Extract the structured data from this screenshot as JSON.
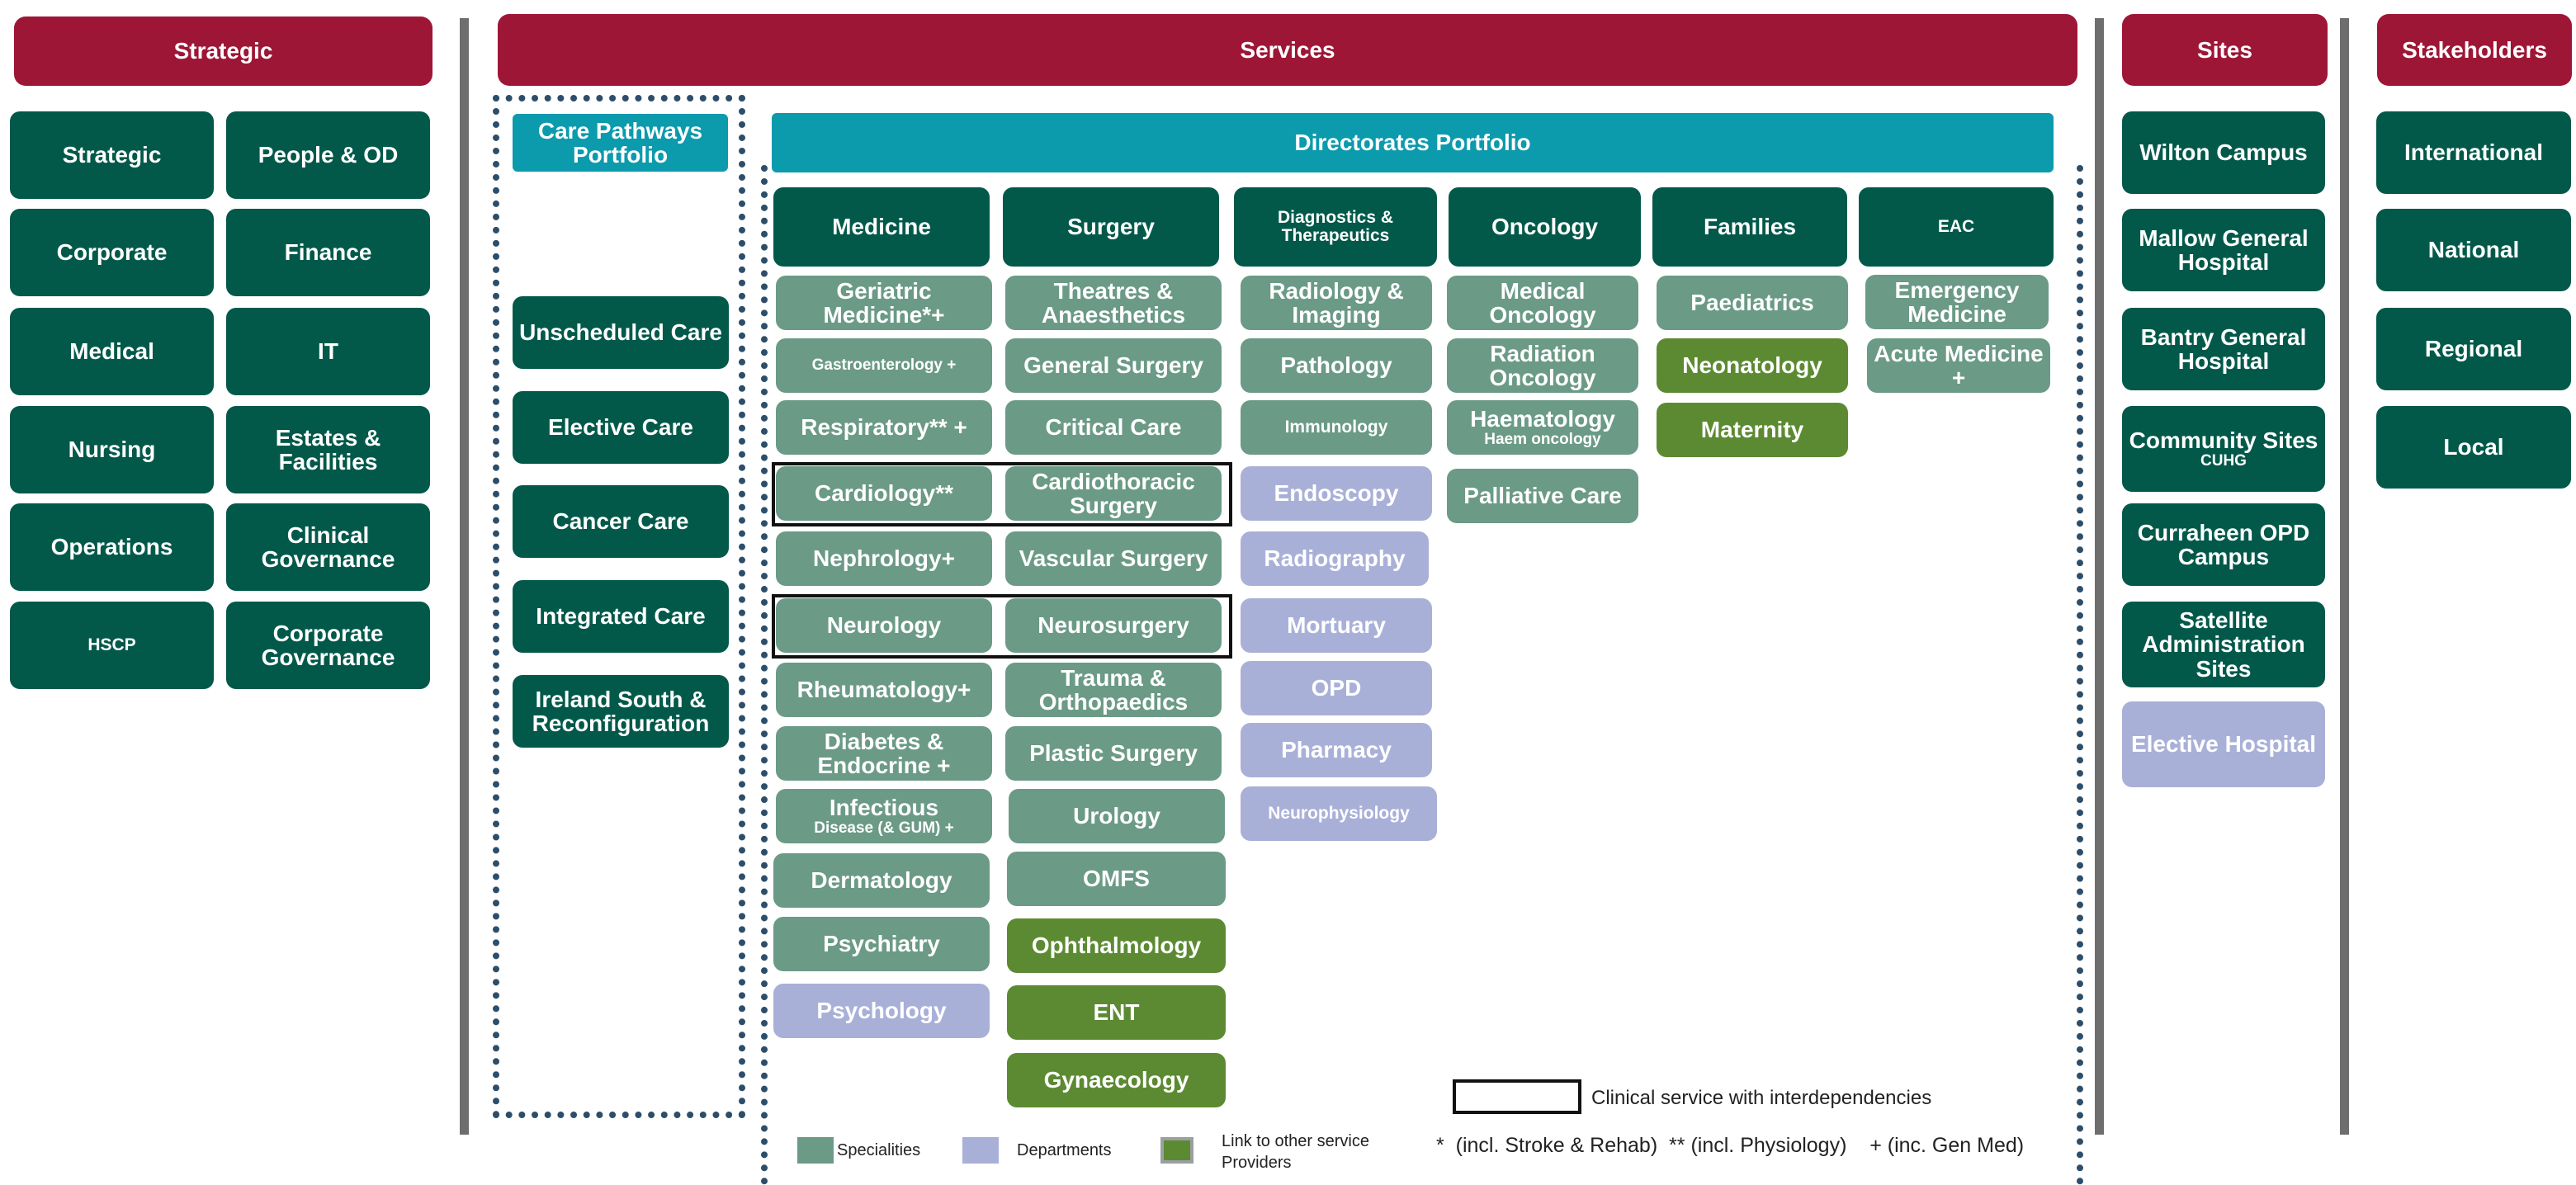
{
  "headers": {
    "strategic": "Strategic",
    "services": "Services",
    "sites": "Sites",
    "stakeholders": "Stakeholders"
  },
  "strategic": [
    "Strategic",
    "People & OD",
    "Corporate",
    "Finance",
    "Medical",
    "IT",
    "Nursing",
    "Estates & Facilities",
    "Operations",
    "Clinical Governance",
    "HSCP",
    "Corporate Governance"
  ],
  "care_pathways": {
    "title": "Care Pathways Portfolio",
    "items": [
      "Unscheduled Care",
      "Elective Care",
      "Cancer Care",
      "Integrated Care",
      "Ireland South & Reconfiguration"
    ]
  },
  "directorates": {
    "title": "Directorates Portfolio",
    "headers": [
      "Medicine",
      "Surgery",
      "Diagnostics & Therapeutics",
      "Oncology",
      "Families",
      "EAC"
    ],
    "medicine": [
      "Geriatric Medicine*+",
      "Gastroenterology +",
      "Respiratory** +",
      "Cardiology**",
      "Nephrology+",
      "Neurology",
      "Rheumatology+",
      "Diabetes & Endocrine +",
      "Infectious",
      "Disease (& GUM) +",
      "Dermatology",
      "Psychiatry",
      "Psychology"
    ],
    "surgery": [
      "Theatres & Anaesthetics",
      "General Surgery",
      "Critical Care",
      "Cardiothoracic Surgery",
      "Vascular Surgery",
      "Neurosurgery",
      "Trauma & Orthopaedics",
      "Plastic Surgery",
      "Urology",
      "OMFS",
      "Ophthalmology",
      "ENT",
      "Gynaecology"
    ],
    "diagnostics": [
      "Radiology & Imaging",
      "Pathology",
      "Immunology",
      "Endoscopy",
      "Radiography",
      "Mortuary",
      "OPD",
      "Pharmacy",
      "Neurophysiology"
    ],
    "oncology": [
      "Medical Oncology",
      "Radiation Oncology",
      "Haematology",
      "Haem oncology",
      "Palliative Care"
    ],
    "families": [
      "Paediatrics",
      "Neonatology",
      "Maternity"
    ],
    "eac": [
      "Emergency Medicine",
      "Acute Medicine +"
    ]
  },
  "sites": [
    "Wilton Campus",
    "Mallow General Hospital",
    "Bantry General Hospital",
    "Community Sites",
    "CUHG",
    "Curraheen OPD Campus",
    "Satellite Administration Sites",
    "Elective Hospital"
  ],
  "stakeholders": [
    "International",
    "National",
    "Regional",
    "Local"
  ],
  "legend": {
    "specialities": "Specialities",
    "departments": "Departments",
    "link": "Link to other service Providers",
    "interdependency": "Clinical service with interdependencies",
    "notes": "*  (incl. Stroke & Rehab)  ** (incl. Physiology)    + (inc. Gen Med)"
  },
  "colors": {
    "header": "#9e1636",
    "dark_green": "#02594a",
    "speciality": "#6b9a87",
    "department": "#a9b0d8",
    "link_provider": "#5c8a32",
    "teal": "#0c9aad"
  }
}
